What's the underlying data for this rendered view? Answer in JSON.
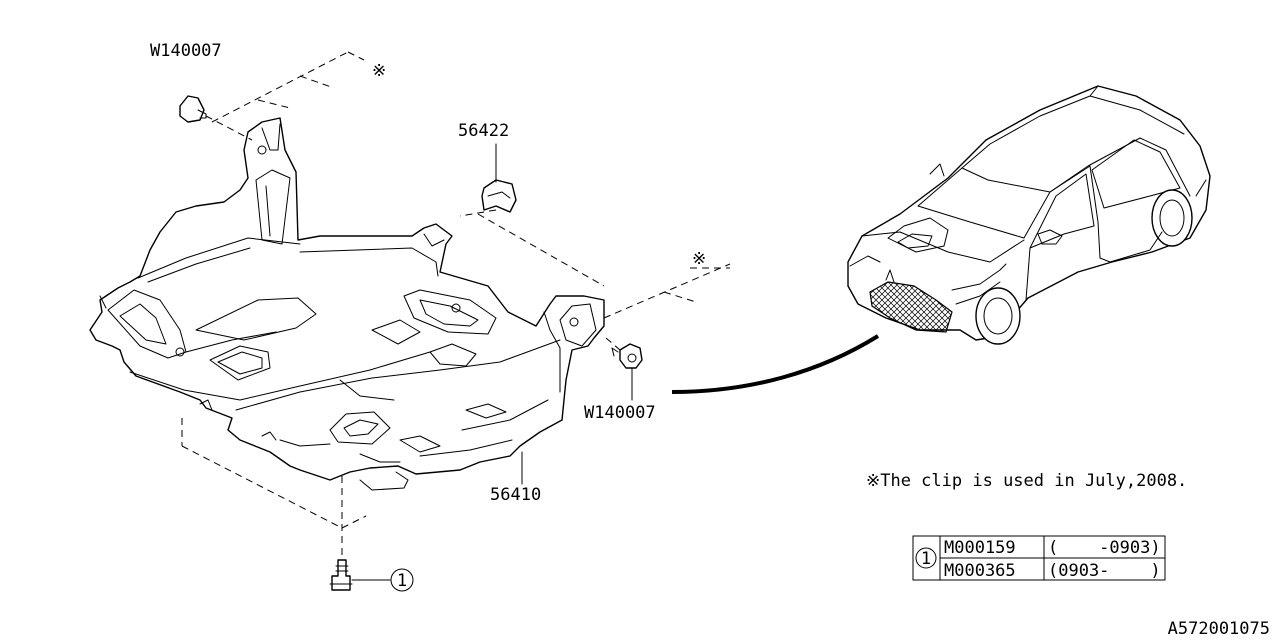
{
  "labels": {
    "clip_top": "W140007",
    "clip_right": "W140007",
    "bracket": "56422",
    "under_cover": "56410",
    "bolt_ref": "1"
  },
  "marks": {
    "note_mark_top": "※",
    "note_mark_right": "※"
  },
  "note": "※The clip is used in July,2008.",
  "ref_table": {
    "ref": "1",
    "rows": [
      {
        "part": "M000159",
        "range": "(    -0903)"
      },
      {
        "part": "M000365",
        "range": "(0903-    )"
      }
    ]
  },
  "diagram_code": "A572001075"
}
